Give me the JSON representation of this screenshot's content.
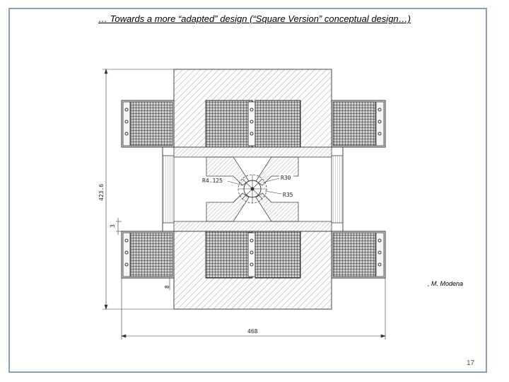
{
  "slide": {
    "title": "… Towards a more “adapted” design (“Square Version” conceptual design…)",
    "author": ", M. Modena",
    "page_number": "17",
    "frame_color": "#8aa0b8"
  },
  "drawing": {
    "dimension_height": "423.6",
    "dimension_width": "468",
    "dimension_small_left": "3",
    "dimension_small_bottom": "8",
    "label_pole_radius": "R4.125",
    "label_r30": "R30",
    "label_r35": "R35"
  }
}
